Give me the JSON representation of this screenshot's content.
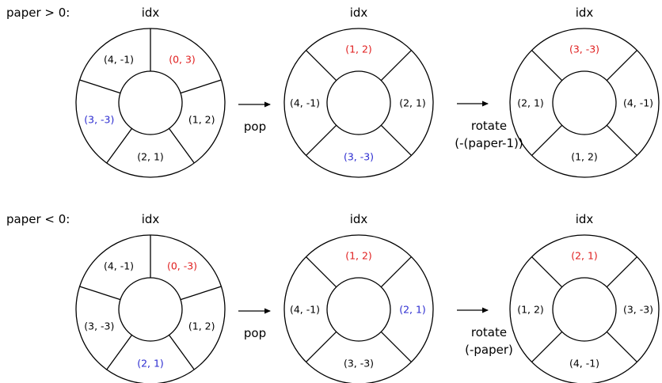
{
  "colors": {
    "black": "#000000",
    "red": "#e01e1e",
    "blue": "#2b2bd0"
  },
  "rows": [
    {
      "condition": "paper > 0:",
      "steps": [
        {
          "title": "idx",
          "segments": 5,
          "cells": [
            {
              "text": "(0, 3)",
              "color": "red"
            },
            {
              "text": "(1, 2)",
              "color": "black"
            },
            {
              "text": "(2, 1)",
              "color": "black"
            },
            {
              "text": "(3, -3)",
              "color": "blue"
            },
            {
              "text": "(4, -1)",
              "color": "black"
            }
          ]
        },
        {
          "title": "idx",
          "segments": 4,
          "cells": [
            {
              "text": "(1, 2)",
              "color": "red"
            },
            {
              "text": "(2, 1)",
              "color": "black"
            },
            {
              "text": "(3, -3)",
              "color": "blue"
            },
            {
              "text": "(4, -1)",
              "color": "black"
            }
          ]
        },
        {
          "title": "idx",
          "segments": 4,
          "cells": [
            {
              "text": "(3, -3)",
              "color": "red"
            },
            {
              "text": "(4, -1)",
              "color": "black"
            },
            {
              "text": "(1, 2)",
              "color": "black"
            },
            {
              "text": "(2, 1)",
              "color": "black"
            }
          ]
        }
      ],
      "ops": [
        {
          "lines": [
            "pop"
          ]
        },
        {
          "lines": [
            "rotate",
            "(-(paper-1))"
          ]
        }
      ]
    },
    {
      "condition": "paper < 0:",
      "steps": [
        {
          "title": "idx",
          "segments": 5,
          "cells": [
            {
              "text": "(0, -3)",
              "color": "red"
            },
            {
              "text": "(1, 2)",
              "color": "black"
            },
            {
              "text": "(2, 1)",
              "color": "blue"
            },
            {
              "text": "(3, -3)",
              "color": "black"
            },
            {
              "text": "(4, -1)",
              "color": "black"
            }
          ]
        },
        {
          "title": "idx",
          "segments": 4,
          "cells": [
            {
              "text": "(1, 2)",
              "color": "red"
            },
            {
              "text": "(2, 1)",
              "color": "blue"
            },
            {
              "text": "(3, -3)",
              "color": "black"
            },
            {
              "text": "(4, -1)",
              "color": "black"
            }
          ]
        },
        {
          "title": "idx",
          "segments": 4,
          "cells": [
            {
              "text": "(2, 1)",
              "color": "red"
            },
            {
              "text": "(3, -3)",
              "color": "black"
            },
            {
              "text": "(4, -1)",
              "color": "black"
            },
            {
              "text": "(1, 2)",
              "color": "black"
            }
          ]
        }
      ],
      "ops": [
        {
          "lines": [
            "pop"
          ]
        },
        {
          "lines": [
            "rotate",
            "(-paper)"
          ]
        }
      ]
    }
  ]
}
